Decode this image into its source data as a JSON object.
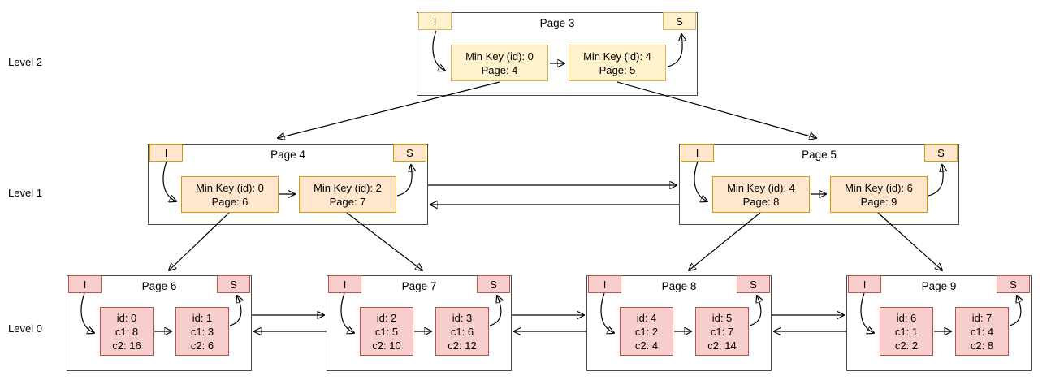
{
  "diagram": {
    "levels": [
      {
        "label": "Level 2"
      },
      {
        "label": "Level 1"
      },
      {
        "label": "Level 0"
      }
    ],
    "tab_labels": {
      "infimum": "I",
      "supremum": "S"
    },
    "colors": {
      "level2_fill": "#fff2cc",
      "level2_border": "#d6b656",
      "level1_fill": "#ffe6cc",
      "level1_border": "#d79b00",
      "level0_fill": "#f8cecc",
      "level0_border": "#b85450",
      "container_border": "#4a4a4a",
      "edge": "#000000"
    },
    "pages": [
      {
        "title": "Page 3",
        "level": "Level 2",
        "cells": [
          {
            "lines": [
              "Min Key (id): 0",
              "Page: 4"
            ]
          },
          {
            "lines": [
              "Min Key (id): 4",
              "Page: 5"
            ]
          }
        ]
      },
      {
        "title": "Page 4",
        "level": "Level 1",
        "cells": [
          {
            "lines": [
              "Min Key (id): 0",
              "Page: 6"
            ]
          },
          {
            "lines": [
              "Min Key (id): 2",
              "Page: 7"
            ]
          }
        ]
      },
      {
        "title": "Page 5",
        "level": "Level 1",
        "cells": [
          {
            "lines": [
              "Min Key (id): 4",
              "Page: 8"
            ]
          },
          {
            "lines": [
              "Min Key (id): 6",
              "Page: 9"
            ]
          }
        ]
      },
      {
        "title": "Page 6",
        "level": "Level 0",
        "cells": [
          {
            "lines": [
              "id: 0",
              "c1: 8",
              "c2: 16"
            ]
          },
          {
            "lines": [
              "id: 1",
              "c1: 3",
              "c2: 6"
            ]
          }
        ]
      },
      {
        "title": "Page 7",
        "level": "Level 0",
        "cells": [
          {
            "lines": [
              "id: 2",
              "c1: 5",
              "c2: 10"
            ]
          },
          {
            "lines": [
              "id: 3",
              "c1: 6",
              "c2: 12"
            ]
          }
        ]
      },
      {
        "title": "Page 8",
        "level": "Level 0",
        "cells": [
          {
            "lines": [
              "id: 4",
              "c1: 2",
              "c2: 4"
            ]
          },
          {
            "lines": [
              "id: 5",
              "c1: 7",
              "c2: 14"
            ]
          }
        ]
      },
      {
        "title": "Page 9",
        "level": "Level 0",
        "cells": [
          {
            "lines": [
              "id: 6",
              "c1: 1",
              "c2: 2"
            ]
          },
          {
            "lines": [
              "id: 7",
              "c1: 4",
              "c2: 8"
            ]
          }
        ]
      }
    ]
  }
}
